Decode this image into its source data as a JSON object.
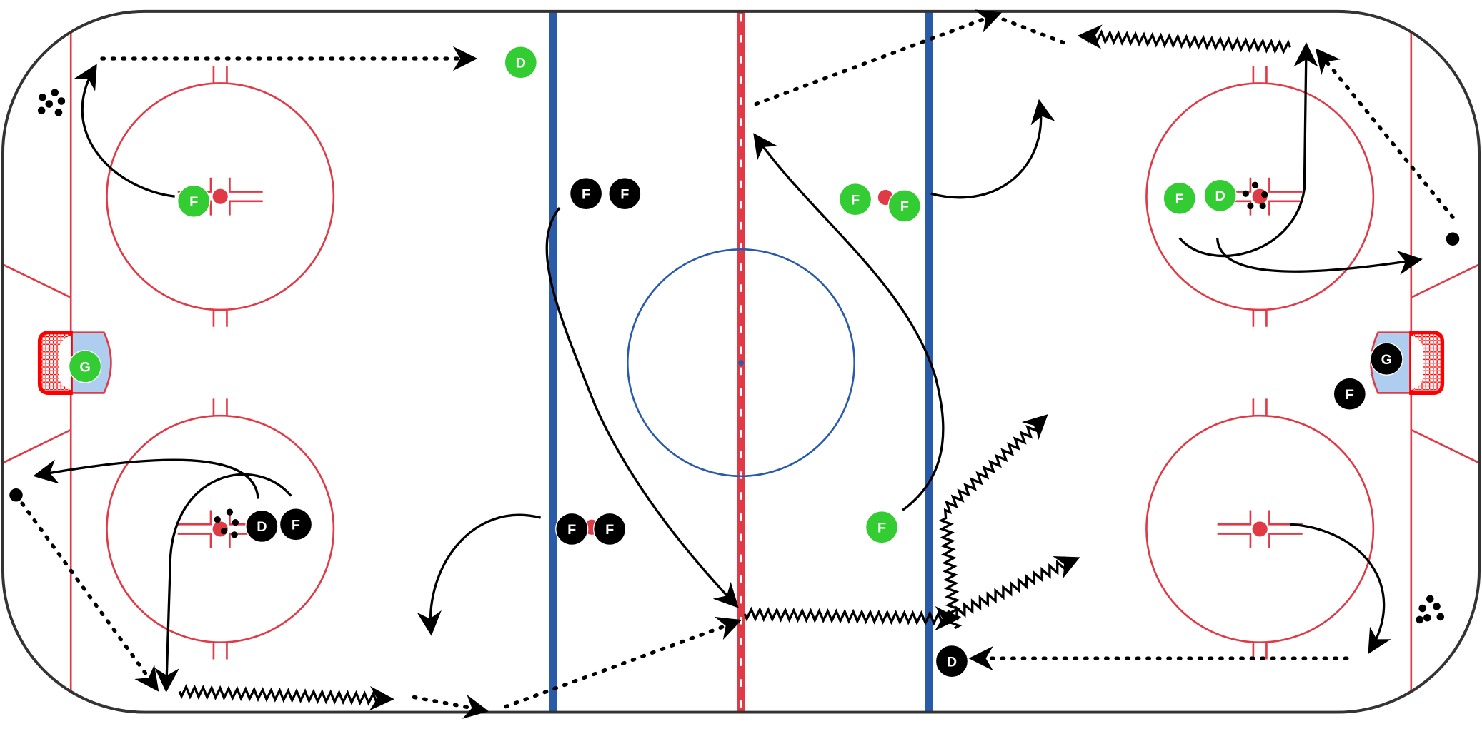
{
  "colors": {
    "ice": "#ffffff",
    "board": "#333333",
    "red_line": "#e03a46",
    "blue_line": "#2a5ba8",
    "crease": "#aecdef",
    "team_a": "#33cc33",
    "team_b": "#000000",
    "puck_red": "#e03a46"
  },
  "players": [
    {
      "label": "D",
      "team": "a"
    },
    {
      "label": "F",
      "team": "a"
    },
    {
      "label": "G",
      "team": "a"
    },
    {
      "label": "F",
      "team": "a"
    },
    {
      "label": "F",
      "team": "a"
    },
    {
      "label": "F",
      "team": "a"
    },
    {
      "label": "D",
      "team": "a"
    },
    {
      "label": "F",
      "team": "a"
    },
    {
      "label": "F",
      "team": "b"
    },
    {
      "label": "F",
      "team": "b"
    },
    {
      "label": "F",
      "team": "b"
    },
    {
      "label": "F",
      "team": "b"
    },
    {
      "label": "D",
      "team": "b"
    },
    {
      "label": "F",
      "team": "b"
    },
    {
      "label": "G",
      "team": "b"
    },
    {
      "label": "F",
      "team": "b"
    },
    {
      "label": "D",
      "team": "b"
    }
  ]
}
